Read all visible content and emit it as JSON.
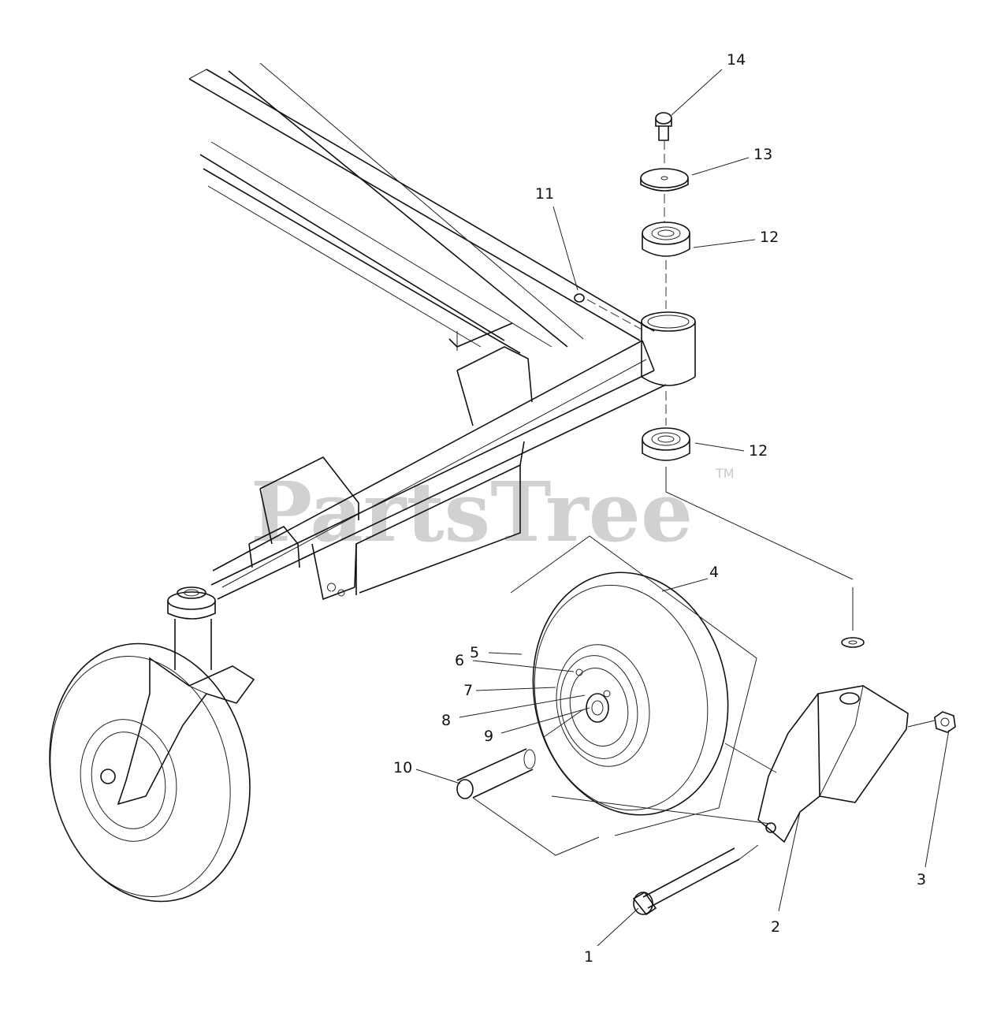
{
  "watermark": {
    "text": "PartsTree",
    "trademark": "TM"
  },
  "callouts": {
    "c1": "1",
    "c2": "2",
    "c3": "3",
    "c4": "4",
    "c5": "5",
    "c6": "6",
    "c7": "7",
    "c8": "8",
    "c9": "9",
    "c10": "10",
    "c11": "11",
    "c12a": "12",
    "c12b": "12",
    "c13": "13",
    "c14": "14"
  }
}
